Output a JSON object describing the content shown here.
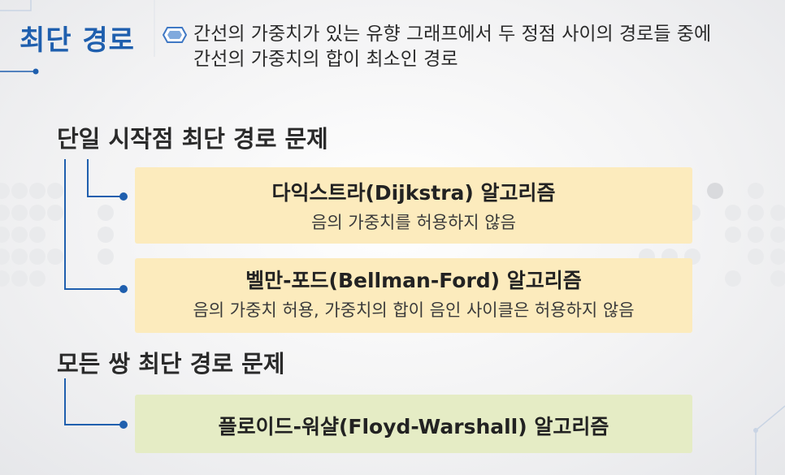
{
  "title": "최단 경로",
  "definition": {
    "icon": "hexagon-bullet-icon",
    "line1": "간선의 가중치가 있는 유향 그래프에서 두 정점 사이의 경로들 중에",
    "line2": "간선의 가중치의 합이 최소인 경로"
  },
  "sections": [
    {
      "heading": "단일 시작점 최단 경로 문제",
      "algorithms": [
        {
          "name": "다익스트라(Dijkstra) 알고리즘",
          "note": "음의 가중치를 허용하지 않음"
        },
        {
          "name": "벨만-포드(Bellman-Ford) 알고리즘",
          "note": "음의 가중치 허용, 가중치의 합이 음인 사이클은 허용하지 않음"
        }
      ]
    },
    {
      "heading": "모든 쌍 최단 경로 문제",
      "algorithms": [
        {
          "name": "플로이드-워샬(Floyd-Warshall) 알고리즘"
        }
      ]
    }
  ],
  "colors": {
    "title": "#1f5fae",
    "connector": "#1f5fae",
    "box_yellow": "#fcebbd",
    "box_green": "#e5ecc5"
  }
}
